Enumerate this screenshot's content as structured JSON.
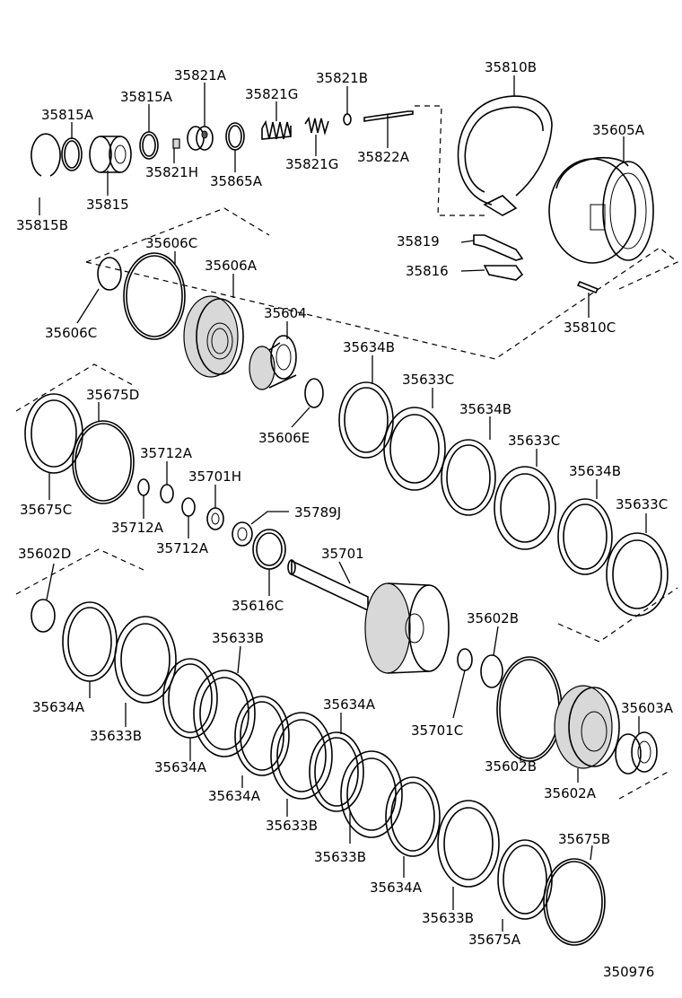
{
  "diagram_id": "350976",
  "parts": {
    "p35815A": "35815A",
    "p35815A_2": "35815A",
    "p35821A": "35821A",
    "p35821B": "35821B",
    "p35821G": "35821G",
    "p35821G_2": "35821G",
    "p35821H": "35821H",
    "p35865A": "35865A",
    "p35822A": "35822A",
    "p35815": "35815",
    "p35815B": "35815B",
    "p35810B": "35810B",
    "p35605A": "35605A",
    "p35819": "35819",
    "p35816": "35816",
    "p35810C": "35810C",
    "p35606C": "35606C",
    "p35606C_2": "35606C",
    "p35606A": "35606A",
    "p35604": "35604",
    "p35606E": "35606E",
    "p35634B": "35634B",
    "p35634B_2": "35634B",
    "p35634B_3": "35634B",
    "p35633C": "35633C",
    "p35633C_2": "35633C",
    "p35633C_3": "35633C",
    "p35675D": "35675D",
    "p35675C": "35675C",
    "p35712A": "35712A",
    "p35712A_2": "35712A",
    "p35712A_3": "35712A",
    "p35701H": "35701H",
    "p35789J": "35789J",
    "p35701": "35701",
    "p35616C": "35616C",
    "p35602D": "35602D",
    "p35602B": "35602B",
    "p35602B_2": "35602B",
    "p35603A": "35603A",
    "p35602A": "35602A",
    "p35701C": "35701C",
    "p35634A": "35634A",
    "p35634A_2": "35634A",
    "p35634A_3": "35634A",
    "p35634A_4": "35634A",
    "p35634A_5": "35634A",
    "p35633B": "35633B",
    "p35633B_2": "35633B",
    "p35633B_3": "35633B",
    "p35633B_4": "35633B",
    "p35633B_5": "35633B",
    "p35675B": "35675B",
    "p35675A": "35675A"
  }
}
